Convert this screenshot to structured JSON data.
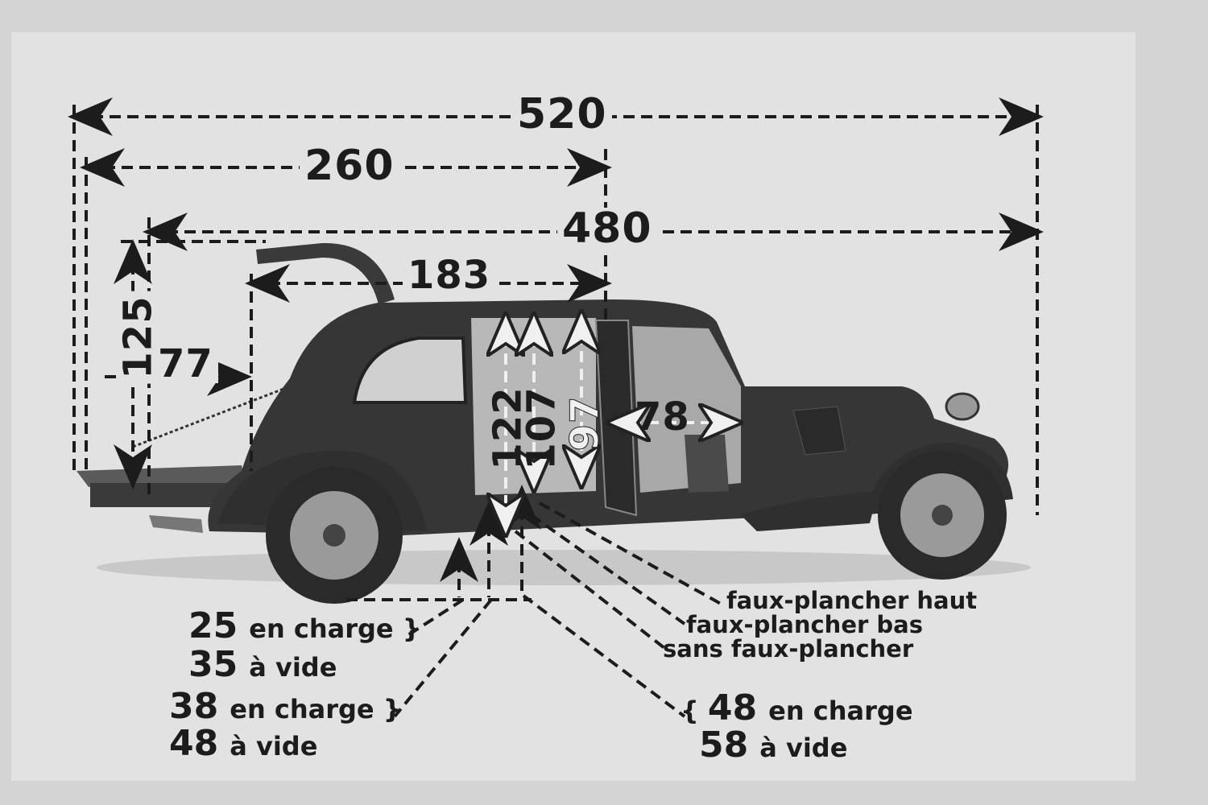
{
  "dimensions": {
    "overall_length": "520",
    "front_overhang_to_door": "260",
    "body_length": "480",
    "rear_opening": "183",
    "tailgate_height": "125",
    "platform_depth": "77",
    "door_height_sans": "122",
    "door_height_bas": "107",
    "door_height_haut": "97",
    "door_width": "78"
  },
  "floor_labels": {
    "haut": "faux-plancher haut",
    "bas": "faux-plancher bas",
    "sans": "sans faux-plancher"
  },
  "ground_clearance": [
    {
      "value": "25",
      "text": "en charge"
    },
    {
      "value": "35",
      "text": "à vide"
    },
    {
      "value": "38",
      "text": "en charge"
    },
    {
      "value": "48",
      "text": "à vide"
    }
  ],
  "floor_height": [
    {
      "value": "48",
      "text": "en charge"
    },
    {
      "value": "58",
      "text": "à vide"
    }
  ]
}
